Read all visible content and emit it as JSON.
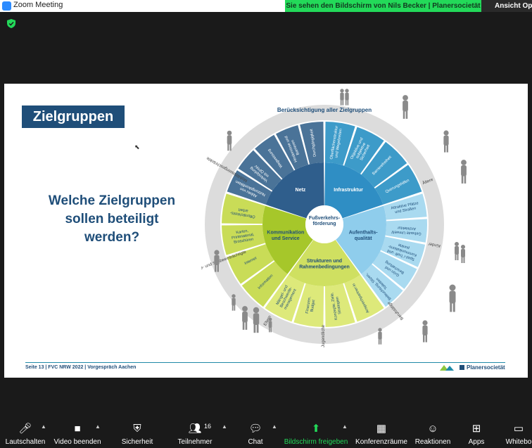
{
  "window": {
    "title": "Zoom Meeting"
  },
  "share_banner": "Sie sehen den Bildschirm von Nils Becker | Planersocietät",
  "view_options": "Ansicht Opti",
  "slide": {
    "title": "Zielgruppen",
    "question": "Welche Zielgruppen\nsollen beteiligt\nwerden?",
    "footer": "Seite 13   |  FVC NRW 2022  |  Vorgespräch Aachen",
    "brand": "Planersocietät"
  },
  "wheel": {
    "center": "Fußverkehrs-\nförderung",
    "ring_label": "Berücksichtigung aller Zielgruppen",
    "sectors": [
      "Netz",
      "Infrastruktur",
      "Aufenthalts-\nqualität",
      "Strukturen und\nRahmenbedingungen",
      "Kommunikation\nund Service"
    ],
    "outer_items": [
      "Abbau von\nNutzungskonflikten",
      "Verknüpfung\nmit ÖPNV",
      "Wegweisung",
      "Hindernisse und\nBarrieren",
      "Durchgängigkeit",
      "Oberflächenstruktur\nund Wegebreiten",
      "Objektive und\nsubjektive\nSicherheit",
      "Barrierefreiheit",
      "Querungshilfen",
      "Attraktive Plätze\nund Straßen",
      "Gebaute Umwelt/\nArchitektur",
      "Spiel-/ Treff- und\nKommunikations-\npunkte",
      "Grün und\nBeschattung",
      "Beleuchtung, Sitzen,\nToiletten",
      "Ansprechpartner:in",
      "Konzepte, Ziele,\nStrategien",
      "Finanzen,\nBudget",
      "Mängel- und\nBeschwerde-\nmanagement",
      "Information",
      "Internet",
      "Karten,\nPrintmaterial,\nBroschüren",
      "Öffentlichkeits-\narbeit"
    ],
    "groups": [
      "Ältere",
      "Kinder",
      "Berufstätige",
      "Jugendliche",
      "Eltern",
      "Blinde- und Sehbeeinträchtigte",
      "Mobilitätseingeschränkte"
    ]
  },
  "toolbar": [
    {
      "label": "Lautschalten",
      "icon": "microphone-muted-icon"
    },
    {
      "label": "Video beenden",
      "icon": "camera-icon"
    },
    {
      "label": "Sicherheit",
      "icon": "shield-icon"
    },
    {
      "label": "Teilnehmer",
      "icon": "participants-icon",
      "count": "16"
    },
    {
      "label": "Chat",
      "icon": "chat-icon"
    },
    {
      "label": "Bildschirm freigeben",
      "icon": "share-screen-icon",
      "color": "#23d959"
    },
    {
      "label": "Konferenzräume",
      "icon": "breakout-rooms-icon"
    },
    {
      "label": "Reaktionen",
      "icon": "reactions-icon"
    },
    {
      "label": "Apps",
      "icon": "apps-icon"
    },
    {
      "label": "Whitebo",
      "icon": "whiteboard-icon"
    }
  ]
}
